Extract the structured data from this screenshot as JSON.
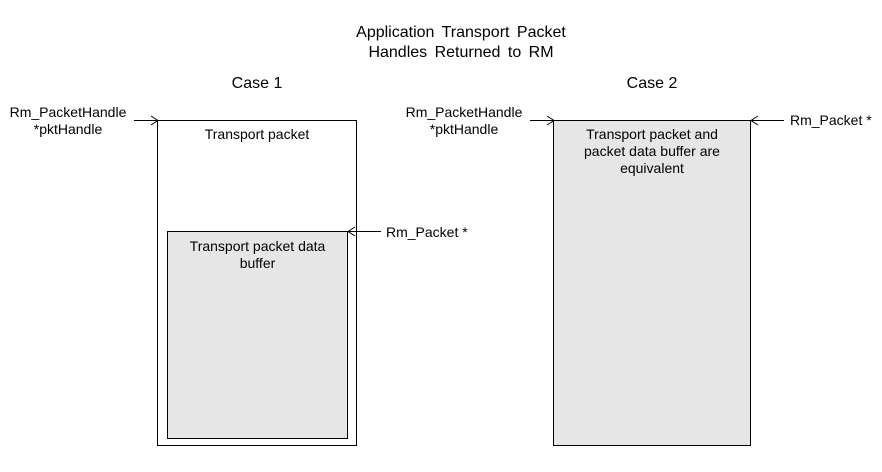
{
  "title": {
    "line1": "Application Transport Packet",
    "line2": "Handles Returned to RM"
  },
  "case1": {
    "label": "Case 1",
    "handle_line1": "Rm_PacketHandle",
    "handle_line2": "*pktHandle",
    "outer_box_text": "Transport packet",
    "inner_box_text": "Transport packet data buffer",
    "packet_pointer": "Rm_Packet  *"
  },
  "case2": {
    "label": "Case 2",
    "handle_line1": "Rm_PacketHandle",
    "handle_line2": "*pktHandle",
    "box_text": "Transport packet and packet data buffer are equivalent",
    "packet_pointer": "Rm_Packet  *"
  },
  "colors": {
    "box_fill": "#e6e6e6",
    "stroke": "#000000",
    "background": "#ffffff"
  }
}
